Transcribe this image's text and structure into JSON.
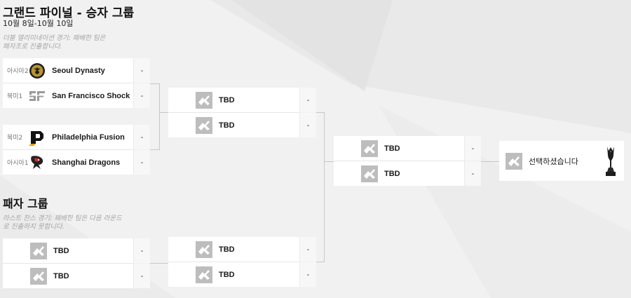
{
  "header": {
    "title": "그랜드 파이널 - 승자 그룹",
    "date": "10월 8일-10월 10일",
    "winner_desc": "더블 엘리미네이션 경기: 패배한 팀은 패자조로 진출합니다."
  },
  "loser_section": {
    "title": "패자 그룹",
    "desc": "라스트 찬스 경기: 패배한 팀은 다음 라운드로 진출하지 못합니다."
  },
  "winners_round1": [
    {
      "teams": [
        {
          "seed": "아시아2",
          "name": "Seoul Dynasty",
          "score": "-",
          "logo": "seoul-dynasty-logo-icon"
        },
        {
          "seed": "북미1",
          "name": "San Francisco Shock",
          "score": "-",
          "logo": "sf-shock-logo-icon"
        }
      ]
    },
    {
      "teams": [
        {
          "seed": "북미2",
          "name": "Philadelphia Fusion",
          "score": "-",
          "logo": "philadelphia-fusion-logo-icon"
        },
        {
          "seed": "아시아1",
          "name": "Shanghai Dragons",
          "score": "-",
          "logo": "shanghai-dragons-logo-icon"
        }
      ]
    }
  ],
  "winners_round2": {
    "teams": [
      {
        "name": "TBD",
        "score": "-",
        "logo": "tbd-placeholder-icon"
      },
      {
        "name": "TBD",
        "score": "-",
        "logo": "tbd-placeholder-icon"
      }
    ]
  },
  "grand_final": {
    "teams": [
      {
        "name": "TBD",
        "score": "-",
        "logo": "tbd-placeholder-icon"
      },
      {
        "name": "TBD",
        "score": "-",
        "logo": "tbd-placeholder-icon"
      }
    ]
  },
  "champion": {
    "name": "선택하셨습니다",
    "logo": "tbd-placeholder-icon",
    "trophy": "trophy-icon"
  },
  "losers_round1": {
    "teams": [
      {
        "name": "TBD",
        "score": "-",
        "logo": "tbd-placeholder-icon"
      },
      {
        "name": "TBD",
        "score": "-",
        "logo": "tbd-placeholder-icon"
      }
    ]
  },
  "losers_round2": {
    "teams": [
      {
        "name": "TBD",
        "score": "-",
        "logo": "tbd-placeholder-icon"
      },
      {
        "name": "TBD",
        "score": "-",
        "logo": "tbd-placeholder-icon"
      }
    ]
  },
  "colors": {
    "background": "#f1f1f1",
    "card": "#ffffff",
    "connector": "#c8c8c8",
    "tbd_icon": "#bdbdbd"
  }
}
